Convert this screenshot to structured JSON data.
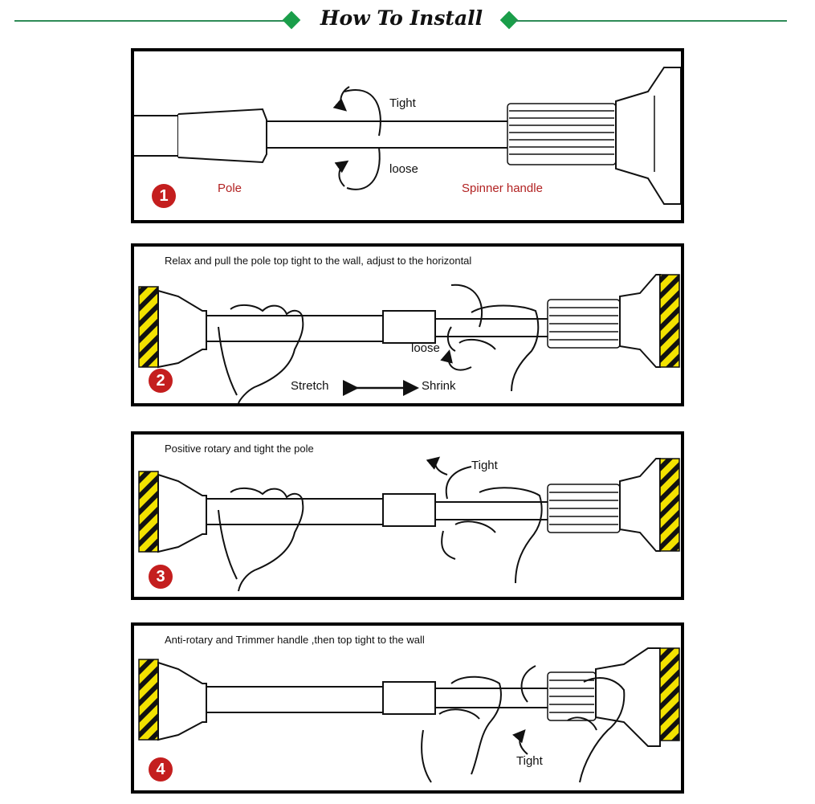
{
  "header": {
    "title": "How To Install"
  },
  "colors": {
    "accent_green": "#1a9e4a",
    "badge_red": "#c41e1e",
    "label_red": "#b22222",
    "hazard_yellow": "#f3e200"
  },
  "steps": [
    {
      "number": "1",
      "caption": "",
      "labels": {
        "tight": "Tight",
        "loose": "loose",
        "pole": "Pole",
        "spinner": "Spinner handle"
      }
    },
    {
      "number": "2",
      "caption": "Relax and pull the pole top tight to the wall, adjust to the horizontal",
      "labels": {
        "loose": "loose",
        "stretch": "Stretch",
        "shrink": "Shrink"
      }
    },
    {
      "number": "3",
      "caption": "Positive rotary and tight the pole",
      "labels": {
        "tight": "Tight"
      }
    },
    {
      "number": "4",
      "caption": "Anti-rotary and Trimmer handle ,then top tight to the wall",
      "labels": {
        "tight": "Tight"
      }
    }
  ]
}
